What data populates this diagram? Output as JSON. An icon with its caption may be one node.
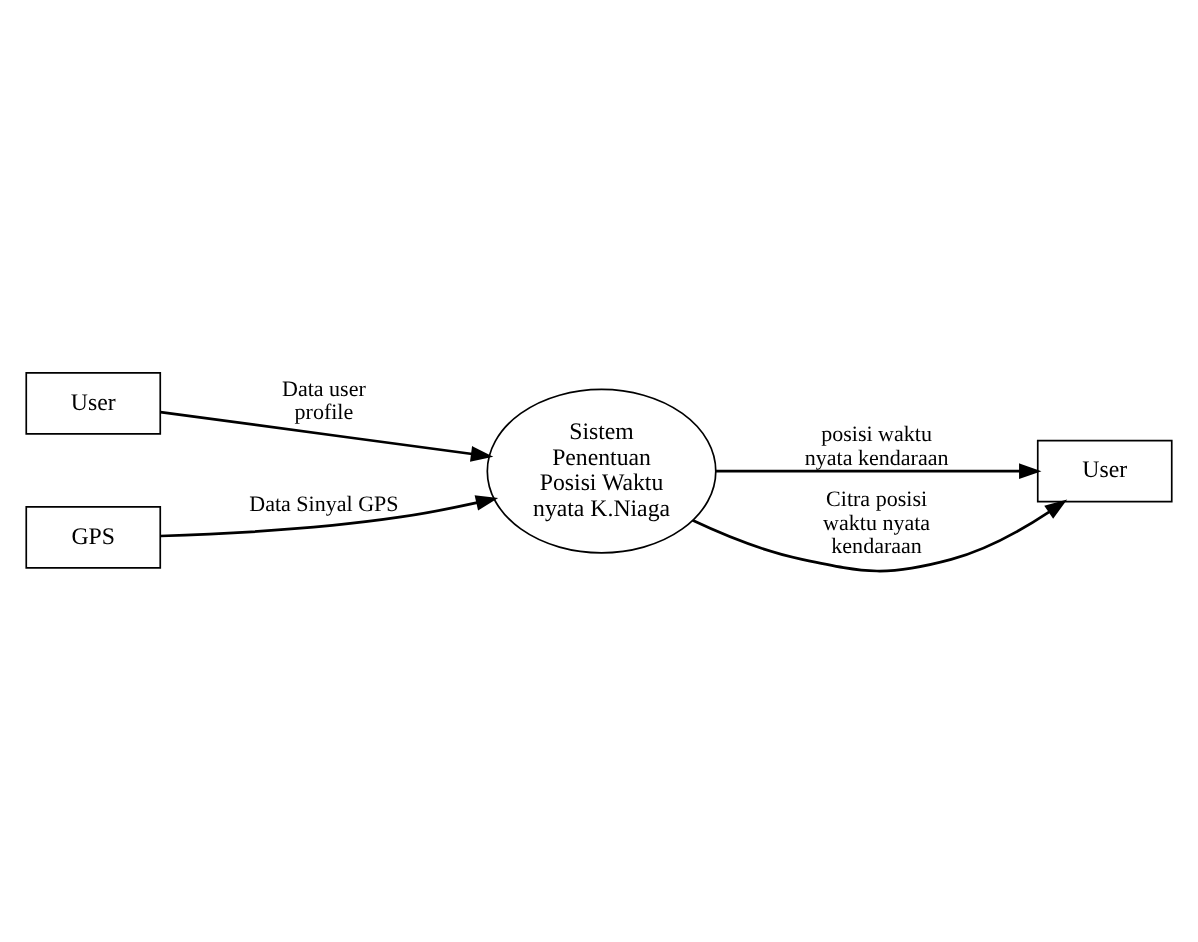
{
  "diagram": {
    "nodes": [
      {
        "text": [
          "User"
        ]
      },
      {
        "text": [
          "GPS"
        ]
      },
      {
        "text": [
          "Sistem Penentuan Posisi Waktu nyata K.Niaga"
        ]
      },
      {
        "text": [
          "User"
        ]
      }
    ],
    "edges": [
      {
        "from": 0,
        "to": 2,
        "arrow": "to",
        "label": "Data user profile"
      },
      {
        "from": 1,
        "to": 2,
        "arrow": "to",
        "label": "Data Sinyal GPS"
      },
      {
        "from": 2,
        "to": 3,
        "arrow": "to",
        "label": "posisi waktu nyata kendaraan"
      },
      {
        "from": 2,
        "to": 3,
        "arrow": "to",
        "label": "Citra posisi waktu nyata kendaraan"
      }
    ]
  }
}
